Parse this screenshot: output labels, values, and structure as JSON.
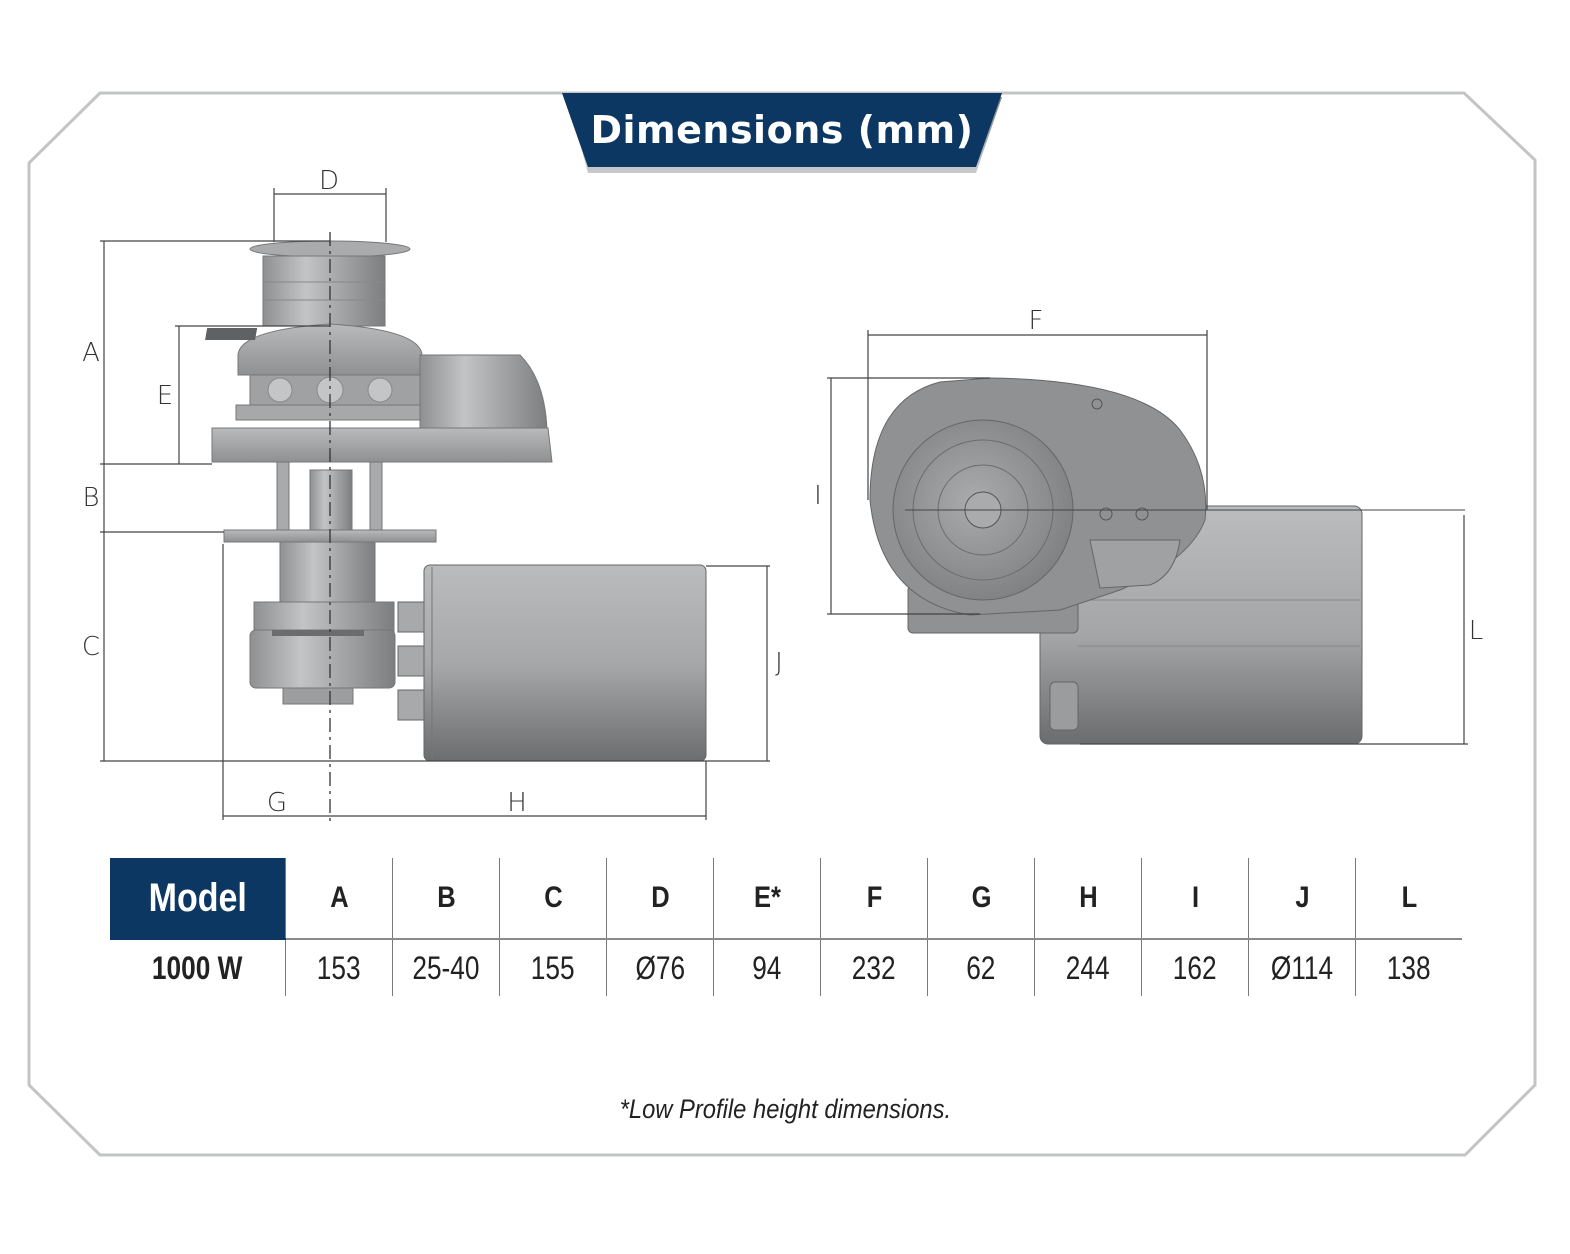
{
  "title": "Dimensions (mm)",
  "colors": {
    "banner": "#0c3762",
    "frame": "#c3c4c6",
    "drawing_grey": "#9a9c9e",
    "dimension_line": "#444444"
  },
  "drawing_labels": {
    "side_view": [
      "A",
      "B",
      "C",
      "D",
      "E",
      "G",
      "H",
      "J"
    ],
    "top_view": [
      "F",
      "I",
      "L"
    ]
  },
  "labels": {
    "A": "A",
    "B": "B",
    "C": "C",
    "D": "D",
    "E": "E",
    "F": "F",
    "G": "G",
    "H": "H",
    "I": "I",
    "J": "J",
    "L": "L"
  },
  "table": {
    "headers": [
      "Model",
      "A",
      "B",
      "C",
      "D",
      "E*",
      "F",
      "G",
      "H",
      "I",
      "J",
      "L"
    ],
    "rows": [
      [
        "1000 W",
        "153",
        "25-40",
        "155",
        "Ø76",
        "94",
        "232",
        "62",
        "244",
        "162",
        "Ø114",
        "138"
      ]
    ]
  },
  "footnote": "*Low Profile height dimensions."
}
